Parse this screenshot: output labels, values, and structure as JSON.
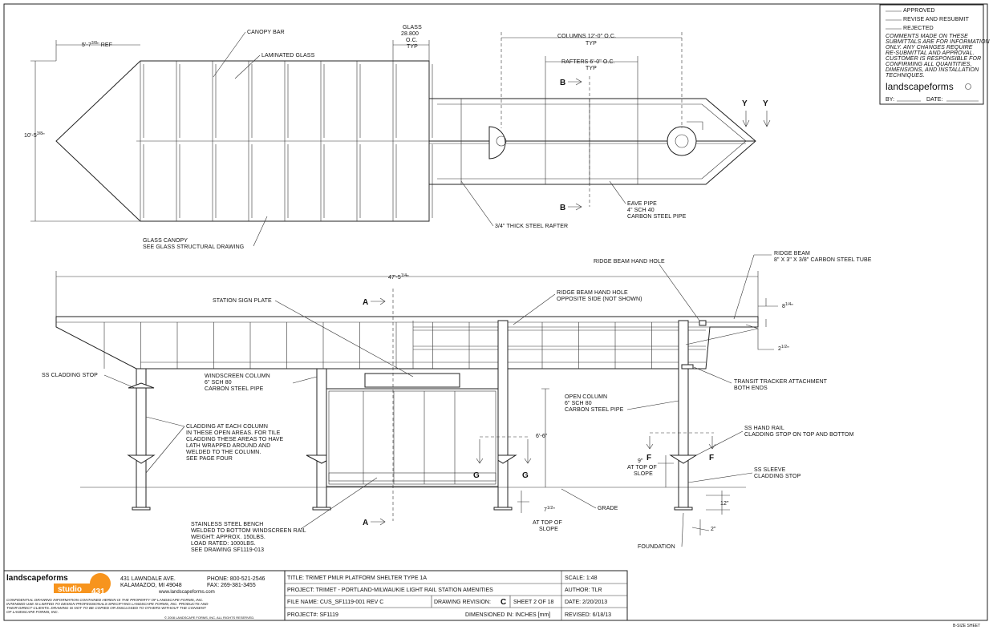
{
  "approval": {
    "approved": "APPROVED",
    "revise": "REVISE AND RESUBMIT",
    "rejected": "REJECTED",
    "comments": [
      "COMMENTS MADE ON THESE",
      "SUBMITTALS ARE FOR INFORMATION",
      "ONLY.  ANY CHANGES REQUIRE",
      "RE-SUBMITTAL AND APPROVAL.",
      "CUSTOMER IS RESPONSIBLE FOR",
      "CONFIRMING ALL QUANTITIES,",
      "DIMENSIONS, AND INSTALLATION",
      "TECHNIQUES."
    ],
    "brand": "landscapeforms",
    "by": "BY:",
    "date": "DATE:"
  },
  "plan": {
    "ref_dim": "5'-7",
    "ref_frac": "3/8",
    "ref_suffix": "\" REF",
    "width_dim": "10'-5",
    "width_frac": "3/8",
    "canopy_bar": "CANOPY BAR",
    "laminated_glass": "LAMINATED GLASS",
    "glass_1": "GLASS",
    "glass_2": "28.800",
    "glass_3": "O.C.",
    "glass_4": "TYP",
    "columns": "COLUMNS 12'-0\" O.C.",
    "columns_typ": "TYP",
    "rafters": "RAFTERS 6'-0\" O.C.",
    "rafters_typ": "TYP",
    "section_b": "B",
    "section_y": "Y",
    "eave_1": "EAVE PIPE",
    "eave_2": "4\" SCH 40",
    "eave_3": "CARBON STEEL PIPE",
    "rafter": "3/4\" THICK STEEL RAFTER",
    "glass_canopy_1": "GLASS CANOPY",
    "glass_canopy_2": "SEE GLASS STRUCTURAL DRAWING"
  },
  "elevation": {
    "overall": "47'-5",
    "overall_frac": "1/4",
    "ridge_hand_hole": "RIDGE BEAM HAND HOLE",
    "ridge_beam_1": "RIDGE BEAM",
    "ridge_beam_2": "8\" X 3\" X 3/8\" CARBON STEEL TUBE",
    "station_sign": "STATION SIGN PLATE",
    "hand_hole_opp_1": "RIDGE BEAM HAND HOLE",
    "hand_hole_opp_2": "OPPOSITE SIDE (NOT SHOWN)",
    "dim_8": "8",
    "dim_8_frac": "1/4",
    "dim_2": "2",
    "dim_2_frac": "1/2",
    "section_a": "A",
    "ss_cladding": "SS CLADDING STOP",
    "windscreen_1": "WINDSCREEN COLUMN",
    "windscreen_2": "6\" SCH 80",
    "windscreen_3": "CARBON STEEL PIPE",
    "transit_1": "TRANSIT TRACKER ATTACHMENT",
    "transit_2": "BOTH ENDS",
    "open_col_1": "OPEN COLUMN",
    "open_col_2": "6\" SCH 80",
    "open_col_3": "CARBON STEEL PIPE",
    "cladding_1": "CLADDING AT EACH COLUMN",
    "cladding_2": "IN THESE OPEN AREAS.  FOR TILE",
    "cladding_3": "CLADDING THESE AREAS TO HAVE",
    "cladding_4": "LATH WRAPPED AROUND AND",
    "cladding_5": "WELDED TO THE COLUMN.",
    "cladding_6": "SEE PAGE FOUR",
    "height": "6'-6\"",
    "ss_hand_1": "SS HAND RAIL",
    "ss_hand_2": "CLADDING STOP ON TOP AND BOTTOM",
    "section_f": "F",
    "section_g": "G",
    "nine_1": "9\"",
    "nine_2": "AT TOP OF",
    "nine_3": "SLOPE",
    "sleeve_1": "SS SLEEVE",
    "sleeve_2": "CLADDING STOP",
    "grade": "GRADE",
    "twelve": "12\"",
    "two": "2\"",
    "seven": "7",
    "seven_frac": "1/2",
    "seven_1": "AT TOP OF",
    "seven_2": "SLOPE",
    "foundation": "FOUNDATION",
    "bench_1": "STAINLESS STEEL BENCH",
    "bench_2": "WELDED TO BOTTOM WINDSCREEN RAIL",
    "bench_3": "WEIGHT:  APPROX. 150LBS.",
    "bench_4": "LOAD RATED:  1000LBS.",
    "bench_5": "SEE DRAWING SF1119-013"
  },
  "titleblock": {
    "brand": "landscapeforms",
    "studio": "studio",
    "studio_num": "431",
    "address_1": "431 LAWNDALE AVE.",
    "address_2": "KALAMAZOO, MI 49048",
    "web": "www.landscapeforms.com",
    "phone": "PHONE: 800-521-2546",
    "fax": "FAX: 269-381-3455",
    "confidential": [
      "CONFIDENTIAL DRAWING INFORMATION CONTAINED HEREIN IS THE PROPERTY OF LANDSCAPE FORMS, INC.",
      "INTENDED USE IS LIMITED TO DESIGN PROFESSIONALS SPECIFYING LANDSCAPE FORMS, INC. PRODUCTS AND",
      "THEIR DIRECT CLIENTS.  DRAWING IS NOT TO BE COPIED OR DISCLOSED TO OTHERS WITHOUT THE CONSENT",
      "OF LANDSCAPE FORMS, INC."
    ],
    "copyright": "© 2008 LANDSCAPE FORMS, INC.  ALL RIGHTS RESERVED.",
    "title": "TITLE: TRIMET PMLR PLATFORM SHELTER TYPE 1A",
    "project": "PROJECT: TRIMET - PORTLAND-MILWAUKIE LIGHT RAIL STATION AMENITIES",
    "filename": "FILE NAME: CUS_SF1119-001 REV C",
    "revision_label": "DRAWING REVISION:",
    "revision": "C",
    "sheet": "SHEET 2 OF 18",
    "project_no": "PROJECT#: SF1119",
    "dimensioned": "DIMENSIONED IN: INCHES [mm]",
    "scale": "SCALE:   1:48",
    "author": "AUTHOR: TLR",
    "date": "DATE: 2/20/2013",
    "revised": "REVISED:  6/18/13"
  },
  "footer": {
    "sheet_size": "B-SIZE SHEET"
  }
}
